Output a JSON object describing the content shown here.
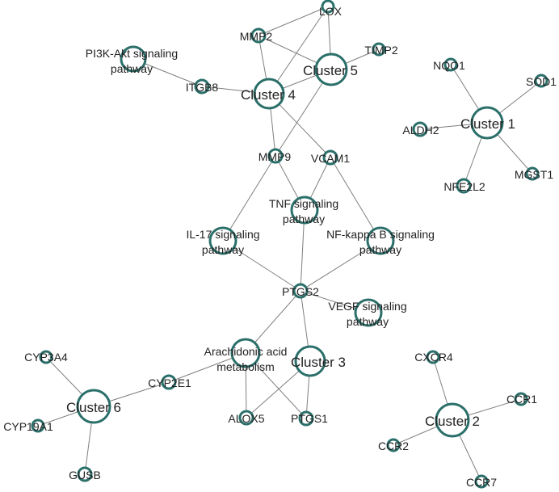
{
  "colors": {
    "node_stroke": "#2a6f6a",
    "edge": "#7f7f7f",
    "text": "#222222",
    "background": "#ffffff"
  },
  "nodes": {
    "lox": "LOX",
    "mmp2": "MMP2",
    "timp2": "TIMP2",
    "cluster5": "Cluster 5",
    "pi3k_1": "PI3K-Akt signaling",
    "pi3k_2": "pathway",
    "itgb8": "ITGB8",
    "cluster4": "Cluster 4",
    "mmp9": "MMP9",
    "vcam1": "VCAM1",
    "tnf_1": "TNF signaling",
    "tnf_2": "pathway",
    "il17_1": "IL-17 signaling",
    "il17_2": "pathway",
    "nfkb_1": "NF-kappa B signaling",
    "nfkb_2": "pathway",
    "ptgs2": "PTGS2",
    "vegf_1": "VEGF signaling",
    "vegf_2": "pathway",
    "arach_1": "Arachidonic acid",
    "arach_2": "metabolism",
    "cluster3": "Cluster 3",
    "alox5": "ALOX5",
    "ptgs1": "PTGS1",
    "nqo1": "NQO1",
    "sod1": "SOD1",
    "cluster1": "Cluster 1",
    "aldh2": "ALDH2",
    "nfe2l2": "NFE2L2",
    "mgst1": "MGST1",
    "cyp3a4": "CYP3A4",
    "cyp2e1": "CYP2E1",
    "cluster6": "Cluster 6",
    "cyp19a1": "CYP19A1",
    "gusb": "GUSB",
    "cxcr4": "CXCR4",
    "ccr1": "CCR1",
    "cluster2": "Cluster 2",
    "ccr2": "CCR2",
    "ccr7": "CCR7"
  }
}
